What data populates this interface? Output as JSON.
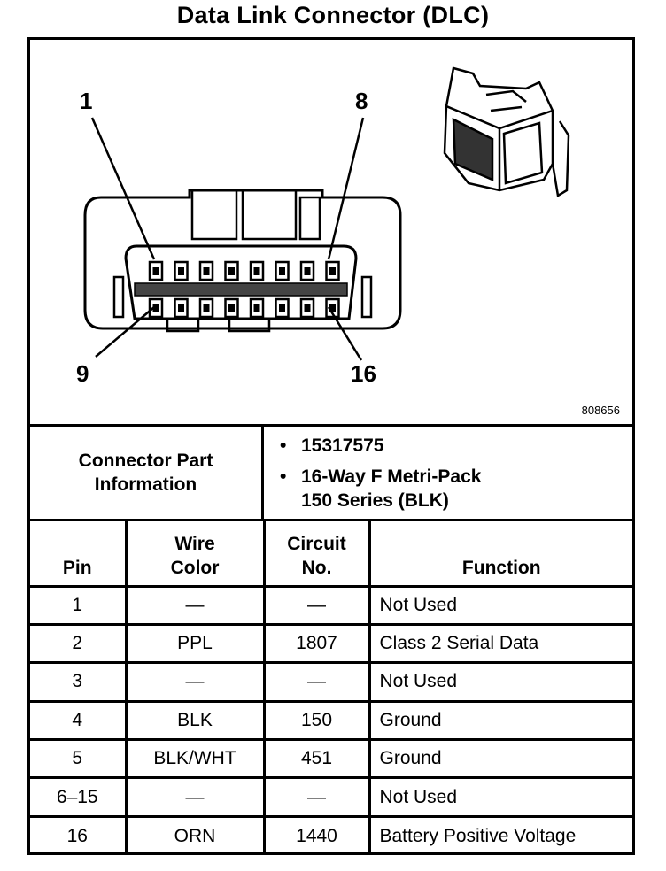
{
  "title": "Data Link Connector (DLC)",
  "figure": {
    "pin_labels": {
      "top_left": "1",
      "top_right": "8",
      "bottom_left": "9",
      "bottom_right": "16"
    },
    "figure_code": "808656"
  },
  "connector_info": {
    "label_line1": "Connector Part",
    "label_line2": "Information",
    "part_number": "15317575",
    "description_line1": "16-Way F Metri-Pack",
    "description_line2": "150 Series (BLK)"
  },
  "table": {
    "headers": {
      "pin": "Pin",
      "wire_line1": "Wire",
      "wire_line2": "Color",
      "circuit_line1": "Circuit",
      "circuit_line2": "No.",
      "function": "Function"
    },
    "rows": [
      {
        "pin": "1",
        "wire": "—",
        "circuit": "—",
        "function": "Not Used"
      },
      {
        "pin": "2",
        "wire": "PPL",
        "circuit": "1807",
        "function": "Class 2 Serial Data"
      },
      {
        "pin": "3",
        "wire": "—",
        "circuit": "—",
        "function": "Not Used"
      },
      {
        "pin": "4",
        "wire": "BLK",
        "circuit": "150",
        "function": "Ground"
      },
      {
        "pin": "5",
        "wire": "BLK/WHT",
        "circuit": "451",
        "function": "Ground"
      },
      {
        "pin": "6–15",
        "wire": "—",
        "circuit": "—",
        "function": "Not Used"
      },
      {
        "pin": "16",
        "wire": "ORN",
        "circuit": "1440",
        "function": "Battery Positive Voltage"
      }
    ]
  }
}
